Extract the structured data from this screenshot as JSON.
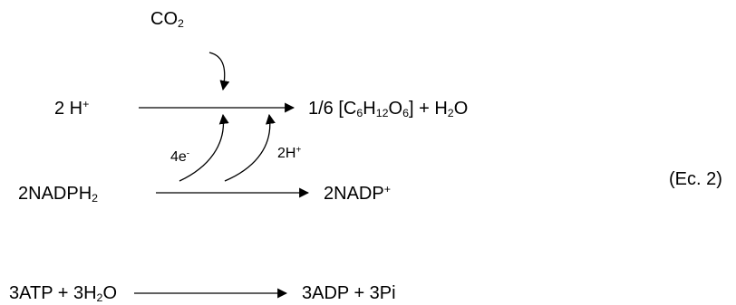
{
  "diagram": {
    "co2": {
      "main": "CO",
      "sub": "2"
    },
    "h_ion": {
      "coef": "2 H",
      "sup": "+"
    },
    "glucose": {
      "a": "1/6 [C",
      "b": "6",
      "c": "H",
      "d": "12",
      "e": "O",
      "f": "6",
      "g": "] + H",
      "h": "2",
      "i": "O"
    },
    "electrons": {
      "main": "4e",
      "sup": "-"
    },
    "protons": {
      "main": "2H",
      "sup": "+"
    },
    "nadph2": {
      "main": "2NADPH",
      "sub": "2"
    },
    "nadp": {
      "main": "2NADP",
      "sup": "+"
    },
    "equation_label": "(Ec. 2)",
    "atp": {
      "a": "3ATP + 3H",
      "b": "2",
      "c": "O"
    },
    "adp": "3ADP + 3Pi"
  }
}
